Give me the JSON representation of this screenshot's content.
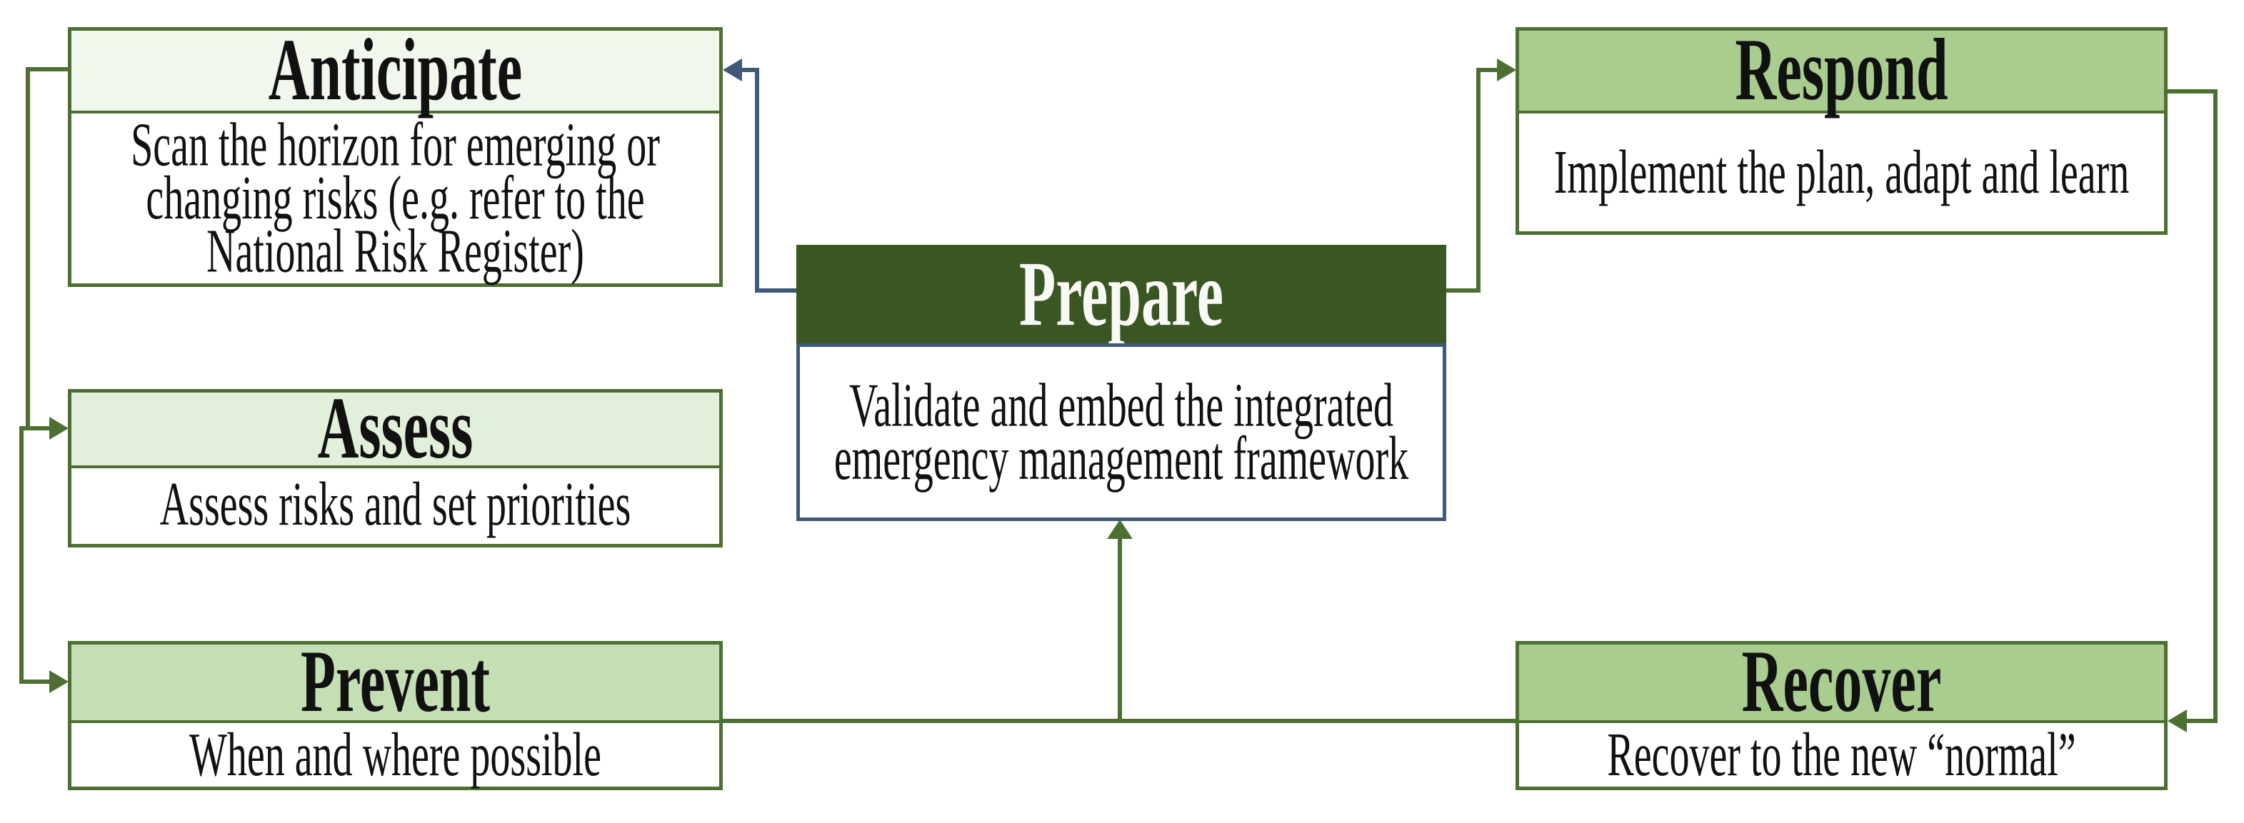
{
  "figure": {
    "boxes": [
      {
        "id": "anticipate",
        "title": "Anticipate",
        "description": "Scan the horizon for emerging or changing risks (e.g. refer to the National Risk Register)"
      },
      {
        "id": "assess",
        "title": "Assess",
        "description": "Assess risks and set priorities"
      },
      {
        "id": "prevent",
        "title": "Prevent",
        "description": "When and where possible"
      },
      {
        "id": "prepare",
        "title": "Prepare",
        "description": "Validate and embed the integrated emergency management framework"
      },
      {
        "id": "respond",
        "title": "Respond",
        "description": "Implement the plan, adapt and learn"
      },
      {
        "id": "recover",
        "title": "Recover",
        "description": "Recover to the new “normal”"
      }
    ],
    "connections": [
      {
        "from": "prepare",
        "to": "anticipate",
        "color": "navy"
      },
      {
        "from": "anticipate",
        "to": "assess",
        "color": "green"
      },
      {
        "from": "assess",
        "to": "prevent",
        "color": "green"
      },
      {
        "from": "prepare",
        "to": "respond",
        "color": "green"
      },
      {
        "from": "respond",
        "to": "recover",
        "color": "green"
      },
      {
        "from": "prevent",
        "to": "recover-baseline",
        "color": "green"
      },
      {
        "from": "recover-baseline",
        "to": "prepare",
        "color": "green"
      }
    ],
    "colors": {
      "background": "#ffffff",
      "anticipate_header": "#f2f7ee",
      "assess_header": "#e2efda",
      "prevent_header": "#c5dfb5",
      "respond_header": "#a8cd8e",
      "recover_header": "#a8cd8e",
      "prepare_header": "#3a5622",
      "prepare_title_text": "#f8f8f4",
      "box_border_green": "#4d7032",
      "prepare_body_border_navy": "#3f5a78",
      "connector_green": "#4d7032",
      "connector_navy": "#3f5a78",
      "title_text": "#111111",
      "body_text": "#111111"
    }
  }
}
